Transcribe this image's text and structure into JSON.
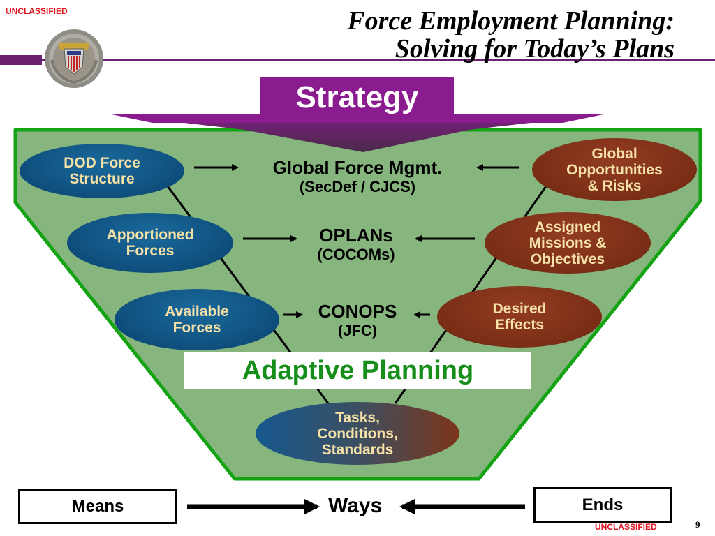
{
  "header": {
    "classification_top": "UNCLASSIFIED",
    "title_line1": "Force Employment Planning:",
    "title_line2": "Solving for Today’s Plans",
    "seal_icon": "joint-chiefs-seal-icon"
  },
  "strategy": {
    "label": "Strategy"
  },
  "left_ellipses": [
    {
      "line1": "DOD Force",
      "line2": "Structure"
    },
    {
      "line1": "Apportioned",
      "line2": "Forces"
    },
    {
      "line1": "Available",
      "line2": "Forces"
    }
  ],
  "right_ellipses": [
    {
      "line1": "Global",
      "line2": "Opportunities",
      "line3": "& Risks"
    },
    {
      "line1": "Assigned",
      "line2": "Missions &",
      "line3": "Objectives"
    },
    {
      "line1": "Desired",
      "line2": "Effects"
    }
  ],
  "center_items": [
    {
      "main": "Global Force Mgmt.",
      "sub": "(SecDef / CJCS)"
    },
    {
      "main": "OPLANs",
      "sub": "(COCOMs)"
    },
    {
      "main": "CONOPS",
      "sub": "(JFC)"
    }
  ],
  "adaptive": {
    "label": "Adaptive Planning"
  },
  "bottom_ellipse": {
    "line1": "Tasks,",
    "line2": "Conditions,",
    "line3": "Standards"
  },
  "footer": {
    "means": "Means",
    "ways": "Ways",
    "ends": "Ends",
    "classification_bottom": "UNCLASSIFIED",
    "page_number": "9"
  },
  "colors": {
    "funnel_fill": "#86b57e",
    "funnel_border": "#13a313",
    "purple": "#8b1c8f",
    "blue_ellipse": "#0e4e7c",
    "brown_ellipse": "#7a2e16",
    "ellipse_text": "#f6e1a6",
    "adaptive_text": "#168f1a",
    "classification_red": "#e0141e"
  }
}
